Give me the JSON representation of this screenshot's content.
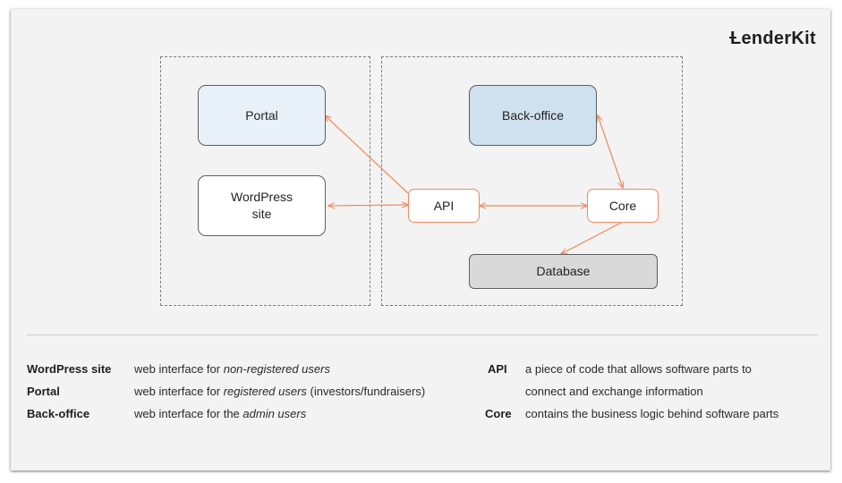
{
  "brand": {
    "logo": "LenderKit"
  },
  "diagram": {
    "nodes": {
      "portal": "Portal",
      "wordpress": "WordPress\nsite",
      "backoffice": "Back-office",
      "api": "API",
      "core": "Core",
      "database": "Database"
    },
    "colors": {
      "portal_fill": "#e8f1f8",
      "wordpress_fill": "#ffffff",
      "backoffice_fill": "#cfe0ee",
      "database_fill": "#d9d9d9",
      "arrow": "#f08a5d",
      "dashed_border": "#7d7d7d"
    },
    "links": [
      {
        "from": "api",
        "to": "portal",
        "bidirectional": false
      },
      {
        "from": "api",
        "to": "wordpress",
        "bidirectional": true
      },
      {
        "from": "api",
        "to": "core",
        "bidirectional": true
      },
      {
        "from": "core",
        "to": "backoffice",
        "bidirectional": true
      },
      {
        "from": "core",
        "to": "database",
        "bidirectional": false
      }
    ]
  },
  "legend": {
    "left": [
      {
        "term": "WordPress site",
        "pre": "web interface for ",
        "em": "non-registered users",
        "post": ""
      },
      {
        "term": "Portal",
        "pre": "web interface for ",
        "em": "registered users",
        "post": " (investors/fundraisers)"
      },
      {
        "term": "Back-office",
        "pre": "web interface for the ",
        "em": "admin users",
        "post": ""
      }
    ],
    "right": [
      {
        "term": "API",
        "line1": "a piece of code that allows software parts to",
        "line2": "connect and exchange information"
      },
      {
        "term": "Core",
        "line1": "contains the business logic behind software parts"
      }
    ]
  }
}
